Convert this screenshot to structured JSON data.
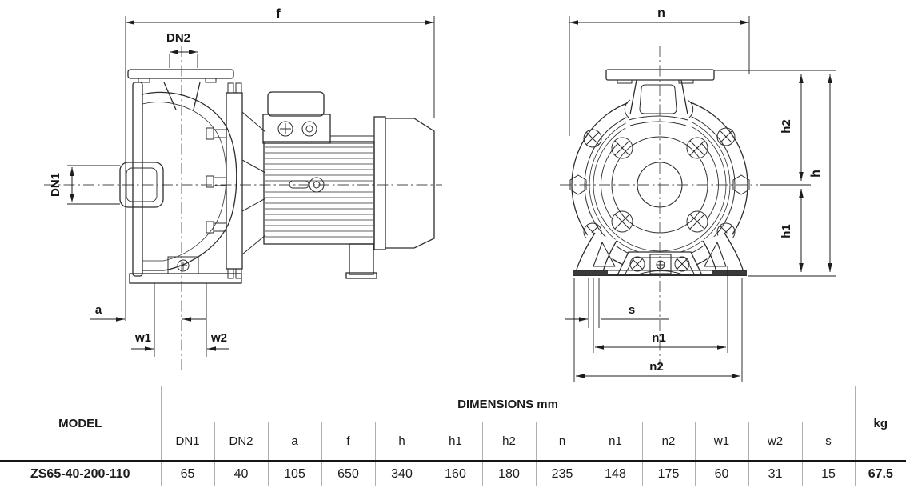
{
  "drawing": {
    "side_view": {
      "f": "f",
      "dn2": "DN2",
      "dn1": "DN1",
      "a": "a",
      "w1": "w1",
      "w2": "w2"
    },
    "front_view": {
      "n": "n",
      "h": "h",
      "h1": "h1",
      "h2": "h2",
      "s": "s",
      "n1": "n1",
      "n2": "n2"
    }
  },
  "table": {
    "model_header": "MODEL",
    "dimensions_header": "DIMENSIONS mm",
    "kg_header": "kg",
    "columns": [
      "DN1",
      "DN2",
      "a",
      "f",
      "h",
      "h1",
      "h2",
      "n",
      "n1",
      "n2",
      "w1",
      "w2",
      "s"
    ],
    "row": {
      "model": "ZS65-40-200-110",
      "values": [
        "65",
        "40",
        "105",
        "650",
        "340",
        "160",
        "180",
        "235",
        "148",
        "175",
        "60",
        "31",
        "15"
      ],
      "kg": "67.5"
    }
  }
}
